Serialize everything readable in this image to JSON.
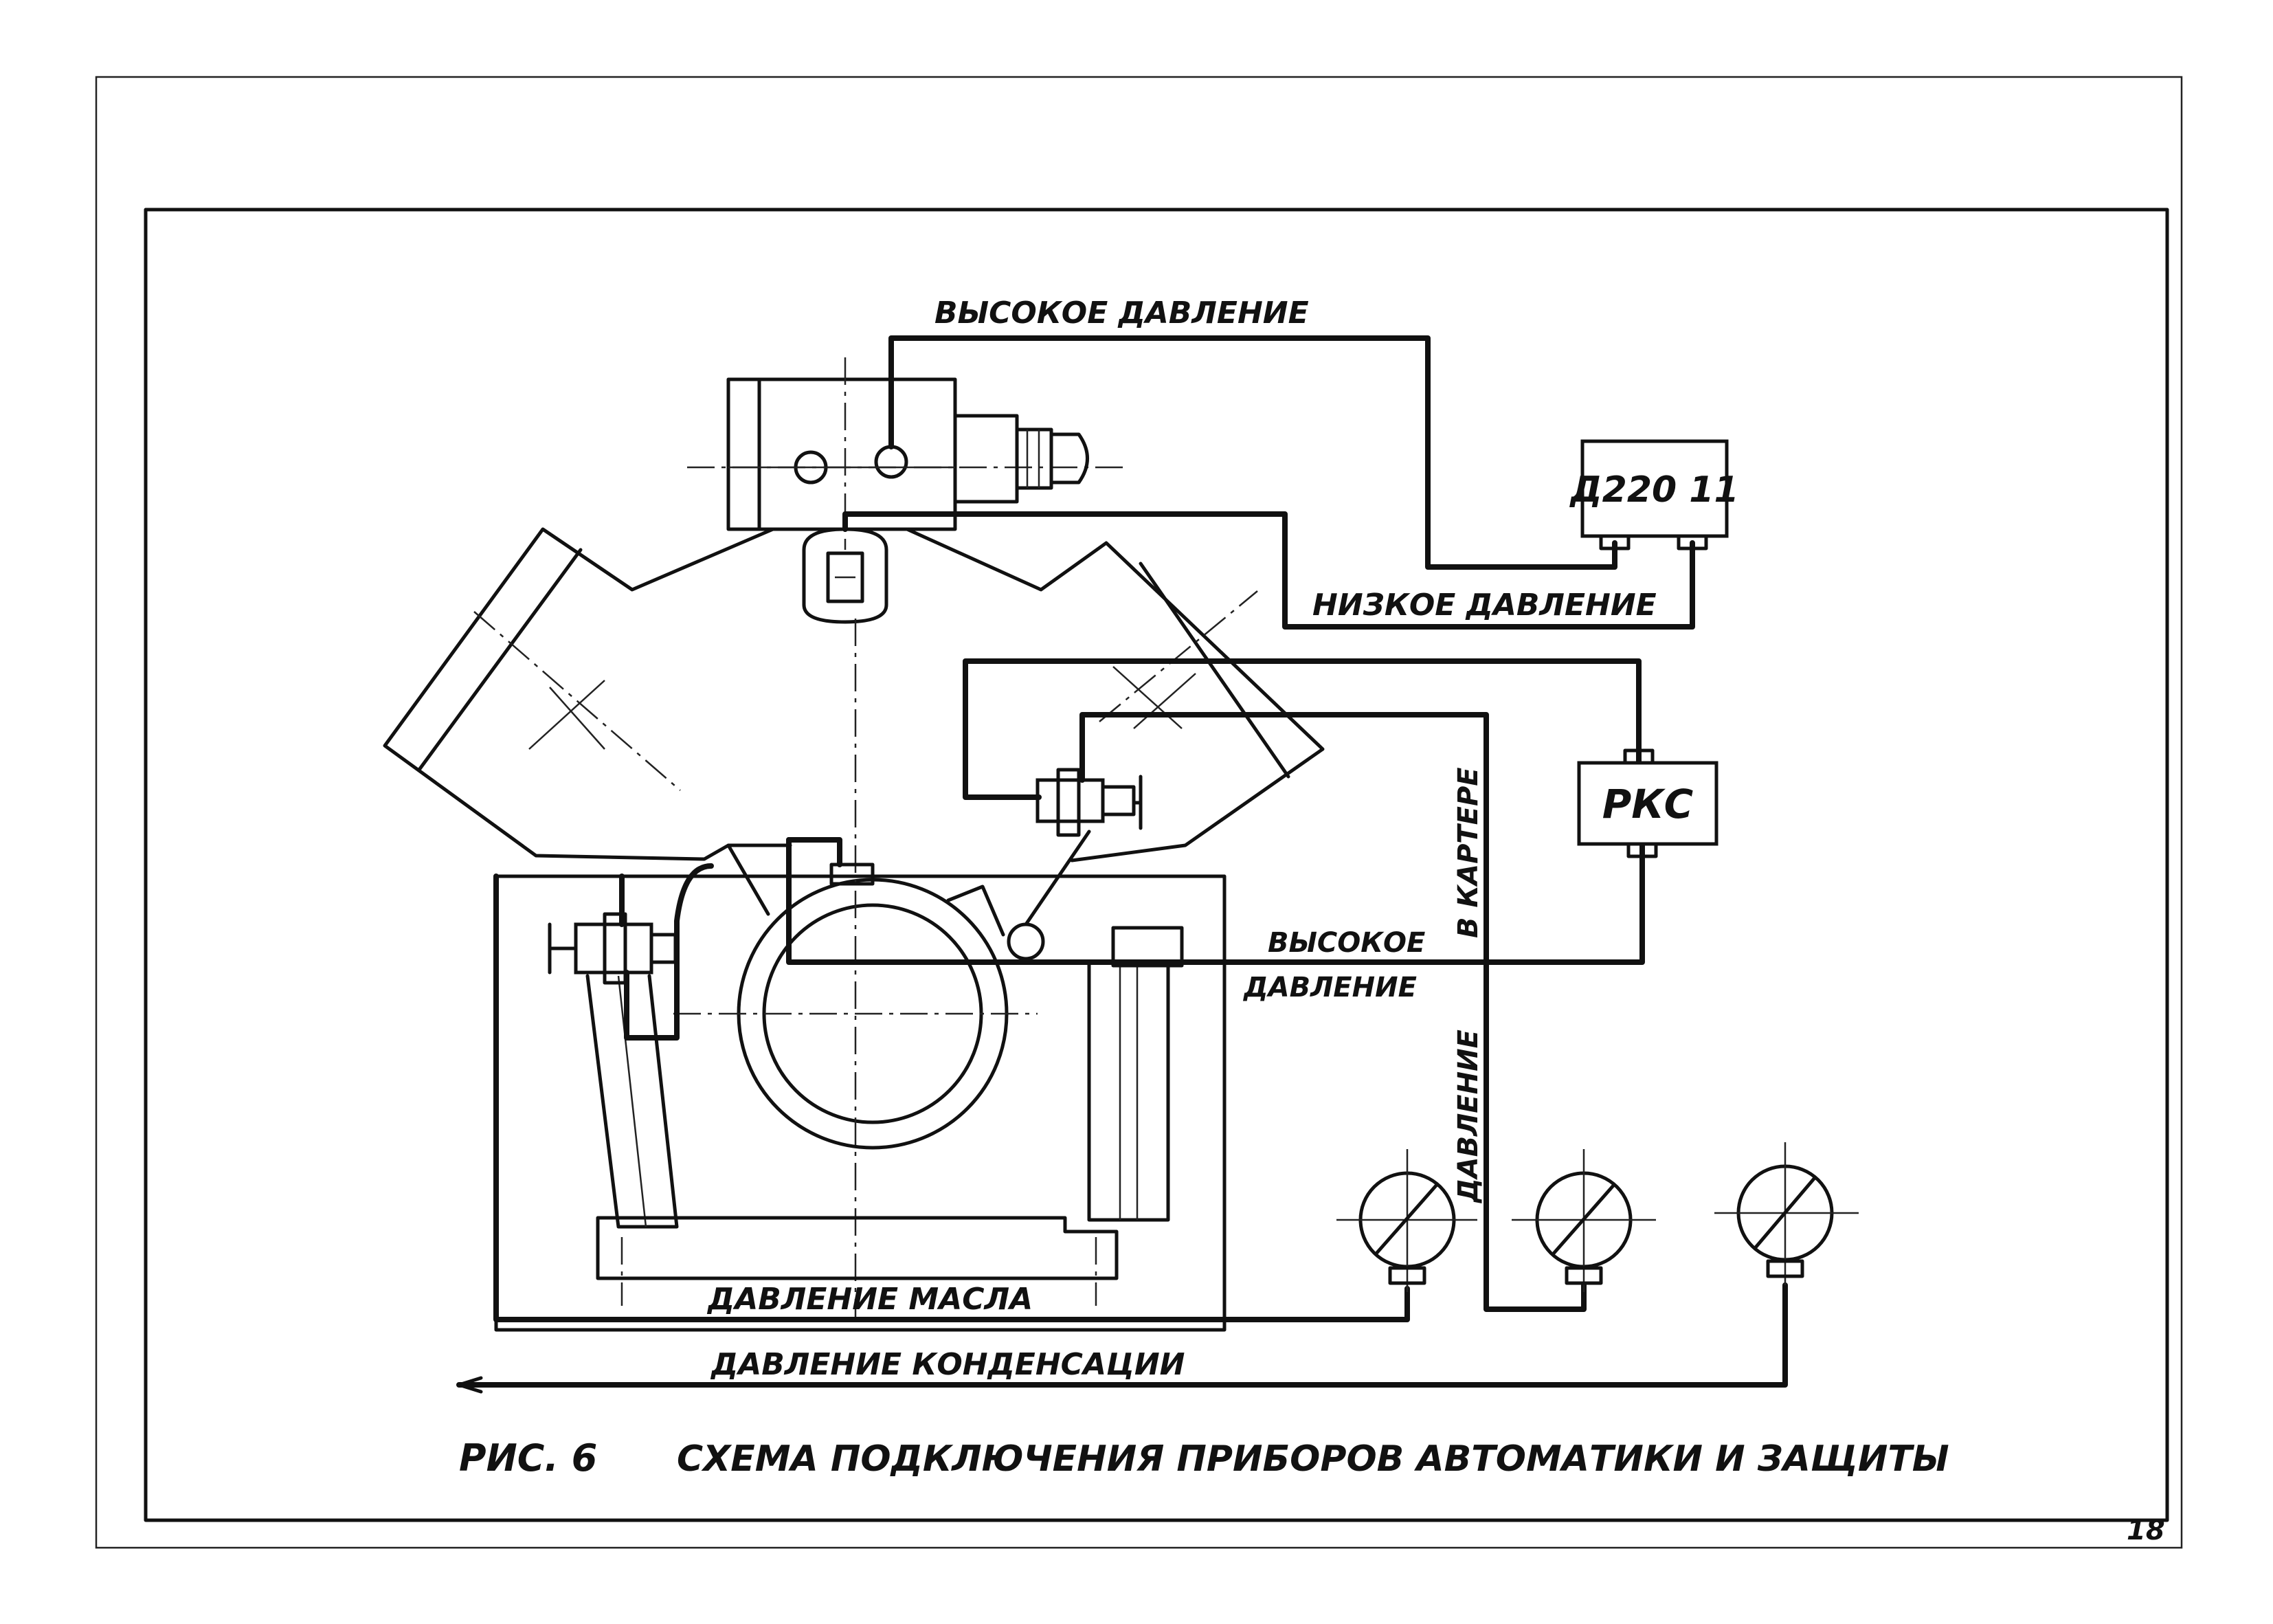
{
  "labels": {
    "high_pressure_top": "ВЫСОКОЕ ДАВЛЕНИЕ",
    "low_pressure": "НИЗКОЕ ДАВЛЕНИЕ",
    "high_pressure_mid_1": "ВЫСОКОЕ",
    "high_pressure_mid_2": "ДАВЛЕНИЕ",
    "in_crankcase": "В КАРТЕРЕ",
    "pressure_vertical": "ДАВЛЕНИЕ",
    "oil_pressure": "ДАВЛЕНИЕ МАСЛА",
    "condensation_pressure": "ДАВЛЕНИЕ КОНДЕНСАЦИИ"
  },
  "devices": {
    "d220": "Д220 11",
    "rks": "РКС"
  },
  "caption": {
    "figure": "РИС. 6",
    "title": "СХЕМА ПОДКЛЮЧЕНИЯ ПРИБОРОВ АВТОМАТИКИ И ЗАЩИТЫ"
  },
  "page_number": "18"
}
